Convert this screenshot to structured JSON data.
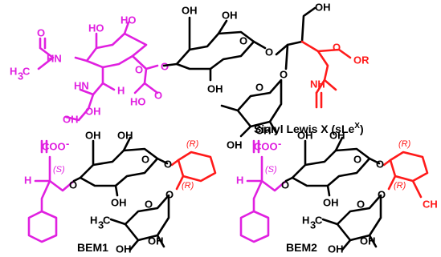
{
  "labels": {
    "slex": "Sialyl Lewis X (sLe",
    "slex_sup": "X",
    "slex_close": ")",
    "bem1": "BEM1",
    "bem2": "BEM2"
  },
  "atoms": {
    "oh": "OH",
    "ho": "HO",
    "o": "O",
    "or": "OR",
    "nh": "NH",
    "hn": "HN",
    "h": "H",
    "h3c": "H",
    "h3c_sub": "3",
    "h3c_c": "C",
    "coo": "COO",
    "minus": "-",
    "ch": "CH",
    "s": "(S)",
    "r": "(R)"
  },
  "colors": {
    "black": "#000000",
    "magenta": "#e020e0",
    "red": "#ff1a1a"
  }
}
